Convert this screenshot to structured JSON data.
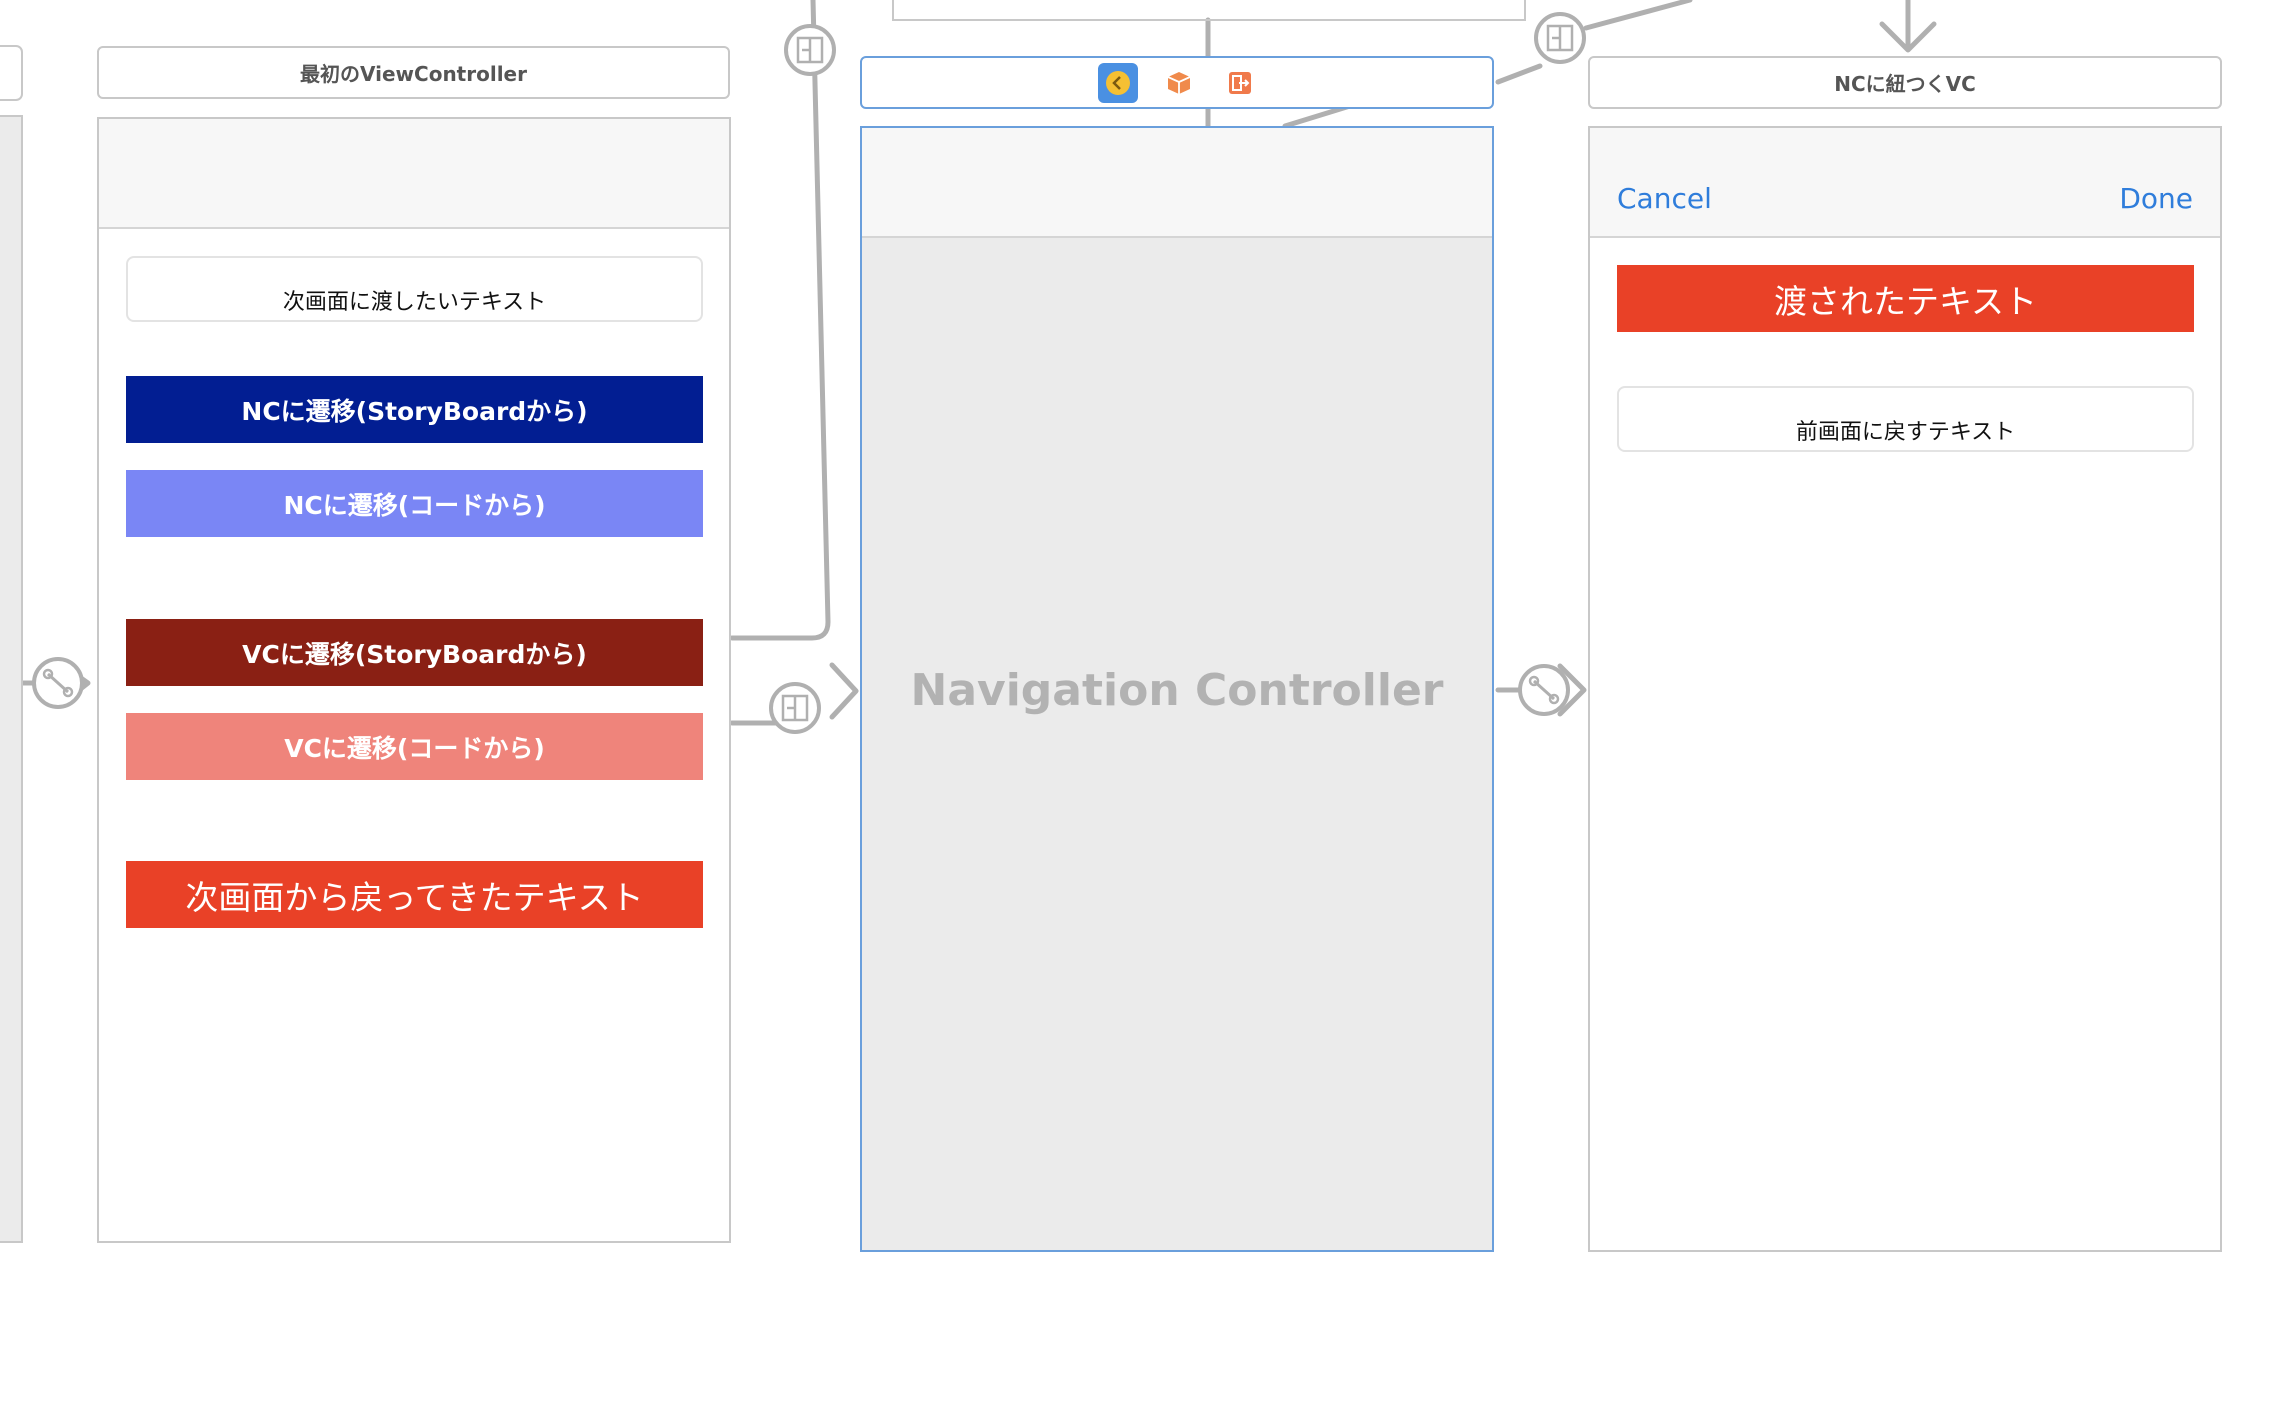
{
  "scenes": {
    "first_vc": {
      "title": "最初のViewController",
      "text_field": "次画面に渡したいテキスト",
      "buttons": [
        {
          "label": "NCに遷移(StoryBoardから)",
          "color": "#021e92"
        },
        {
          "label": "NCに遷移(コードから)",
          "color": "#7a86f5"
        },
        {
          "label": "VCに遷移(StoryBoardから)",
          "color": "#8a2014"
        },
        {
          "label": "VCに遷移(コードから)",
          "color": "#ef847b"
        }
      ],
      "return_label": "次画面から戻ってきたテキスト"
    },
    "navigation_controller": {
      "name": "Navigation Controller",
      "toolbar_icons": [
        "back-chevron-icon",
        "cube-icon",
        "exit-icon"
      ]
    },
    "nc_vc": {
      "title": "NCに紐つくVC",
      "nav_left": "Cancel",
      "nav_right": "Done",
      "passed_label": "渡されたテキスト",
      "text_field": "前画面に戻すテキスト"
    }
  },
  "colors": {
    "accent_red": "#e94127",
    "link_blue": "#2f7ddb",
    "selection_blue": "#6a9fdc",
    "connector_gray": "#b0b0b0"
  }
}
